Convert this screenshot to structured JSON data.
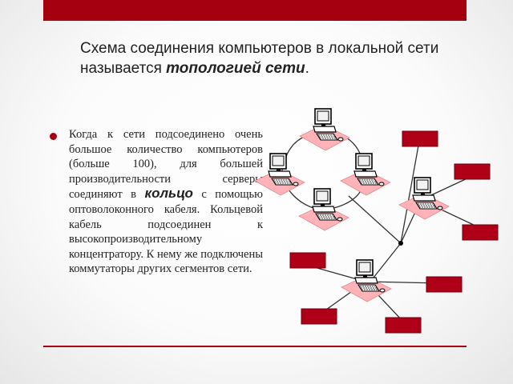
{
  "title": {
    "prefix": "Схема соединения компьютеров в локальной сети называется ",
    "emphasis": "топологией сети",
    "suffix": "."
  },
  "body": {
    "part1": "Когда к сети подсоединено очень большое количество компьютеров (больше 100), для большей производительности серверы соединяют в ",
    "emphasis": "кольцо",
    "part2": " с помощью оптоволоконного кабеля. Кольцевой кабель подсоединен к высокопроизводительному концентратору. К нему же подключены коммутаторы других сегментов сети."
  },
  "colors": {
    "accent": "#a50010",
    "box": "#b00018",
    "pad": "#ffb3b8",
    "line": "#333333"
  },
  "icons": {
    "workstation": "computer-icon",
    "switch": "red-rectangle",
    "bullet": "red-dot"
  }
}
